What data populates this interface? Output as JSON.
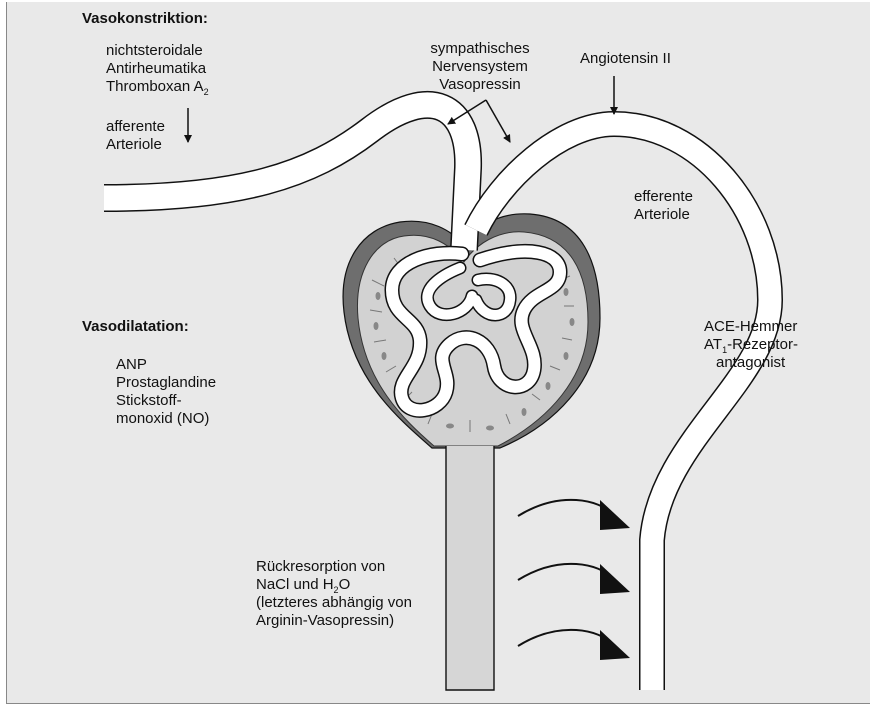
{
  "vasoconstriction": {
    "heading": "Vasokonstriktion:",
    "nsaid_line1": "nichtsteroidale",
    "nsaid_line2": "Antirheumatika",
    "thromboxan": "Thromboxan A",
    "thromboxan_sub": "2",
    "afferent_line1": "afferente",
    "afferent_line2": "Arteriole",
    "sympathetic_line1": "sympathisches",
    "sympathetic_line2": "Nervensystem",
    "sympathetic_line3": "Vasopressin",
    "angiotensin": "Angiotensin II",
    "efferent_line1": "efferente",
    "efferent_line2": "Arteriole"
  },
  "vasodilation": {
    "heading": "Vasodilatation:",
    "line1": "ANP",
    "line2": "Prostaglandine",
    "line3": "Stickstoff-",
    "line4": "monoxid (NO)",
    "ace_line1": "ACE-Hemmer",
    "at_prefix": "AT",
    "at_sub": "1",
    "at_suffix": "-Rezeptor-",
    "ace_line3": "antagonist"
  },
  "reabsorption": {
    "line1": "Rückresorption von",
    "line2_prefix": "NaCl und H",
    "line2_sub": "2",
    "line2_suffix": "O",
    "line3": "(letzteres abhängig von",
    "line4": "Arginin-Vasopressin)"
  },
  "colors": {
    "background": "#e9e9e9",
    "capsule_dark": "#6e6e6e",
    "capsule_light": "#d2d2d2",
    "vessel_fill": "#ffffff",
    "outline": "#111111"
  }
}
